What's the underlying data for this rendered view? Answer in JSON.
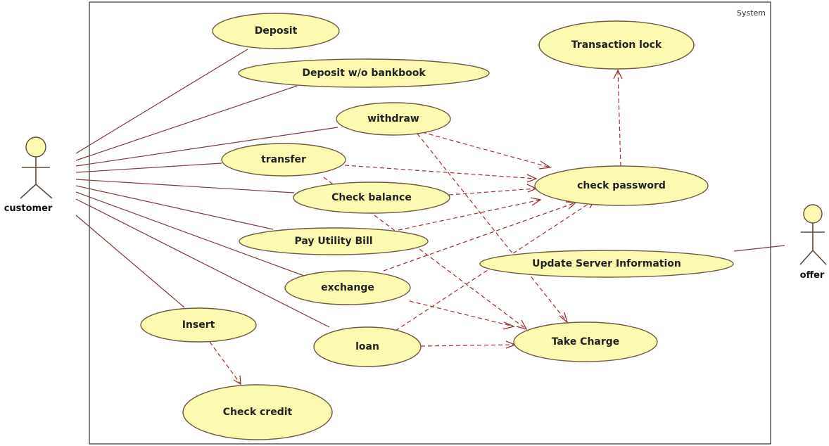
{
  "system": {
    "title": "System"
  },
  "actors": {
    "customer": "customer",
    "offer": "offer"
  },
  "use_cases": {
    "deposit": "Deposit",
    "deposit_wo_bankbook": "Deposit w/o bankbook",
    "withdraw": "withdraw",
    "transfer": "transfer",
    "check_balance": "Check balance",
    "pay_utility_bill": "Pay Utility Bill",
    "exchange": "exchange",
    "loan": "loan",
    "insert": "Insert",
    "check_credit": "Check credit",
    "transaction_lock": "Transaction lock",
    "check_password": "check password",
    "update_server_information": "Update Server Information",
    "take_charge": "Take Charge"
  }
}
